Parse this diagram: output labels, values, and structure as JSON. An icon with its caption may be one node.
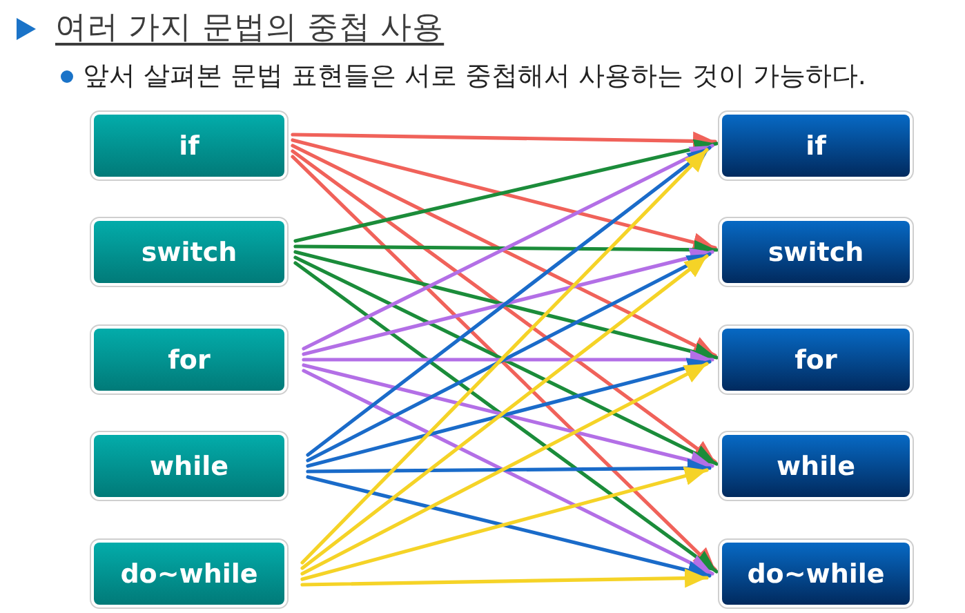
{
  "diagram": {
    "title": "여러 가지 문법의 중첩 사용",
    "nodes": [
      {
        "text": [
          "if"
        ]
      },
      {
        "text": [
          "switch"
        ]
      },
      {
        "text": [
          "for"
        ]
      },
      {
        "text": [
          "while"
        ]
      },
      {
        "text": [
          "do~while"
        ]
      },
      {
        "text": [
          "if"
        ]
      },
      {
        "text": [
          "switch"
        ]
      },
      {
        "text": [
          "for"
        ]
      },
      {
        "text": [
          "while"
        ]
      },
      {
        "text": [
          "do~while"
        ]
      }
    ],
    "edges": [
      {
        "from": 0,
        "to": 5,
        "arrow": "to",
        "color": "#f0625a"
      },
      {
        "from": 0,
        "to": 6,
        "arrow": "to",
        "color": "#f0625a"
      },
      {
        "from": 0,
        "to": 7,
        "arrow": "to",
        "color": "#f0625a"
      },
      {
        "from": 0,
        "to": 8,
        "arrow": "to",
        "color": "#f0625a"
      },
      {
        "from": 0,
        "to": 9,
        "arrow": "to",
        "color": "#f0625a"
      },
      {
        "from": 1,
        "to": 5,
        "arrow": "to",
        "color": "#1b8c3a"
      },
      {
        "from": 1,
        "to": 6,
        "arrow": "to",
        "color": "#1b8c3a"
      },
      {
        "from": 1,
        "to": 7,
        "arrow": "to",
        "color": "#1b8c3a"
      },
      {
        "from": 1,
        "to": 8,
        "arrow": "to",
        "color": "#1b8c3a"
      },
      {
        "from": 1,
        "to": 9,
        "arrow": "to",
        "color": "#1b8c3a"
      },
      {
        "from": 2,
        "to": 5,
        "arrow": "to",
        "color": "#b36fe6"
      },
      {
        "from": 2,
        "to": 6,
        "arrow": "to",
        "color": "#b36fe6"
      },
      {
        "from": 2,
        "to": 7,
        "arrow": "to",
        "color": "#b36fe6"
      },
      {
        "from": 2,
        "to": 8,
        "arrow": "to",
        "color": "#b36fe6"
      },
      {
        "from": 2,
        "to": 9,
        "arrow": "to",
        "color": "#b36fe6"
      },
      {
        "from": 3,
        "to": 5,
        "arrow": "to",
        "color": "#1a6bc9"
      },
      {
        "from": 3,
        "to": 6,
        "arrow": "to",
        "color": "#1a6bc9"
      },
      {
        "from": 3,
        "to": 7,
        "arrow": "to",
        "color": "#1a6bc9"
      },
      {
        "from": 3,
        "to": 8,
        "arrow": "to",
        "color": "#1a6bc9"
      },
      {
        "from": 3,
        "to": 9,
        "arrow": "to",
        "color": "#1a6bc9"
      },
      {
        "from": 4,
        "to": 5,
        "arrow": "to",
        "color": "#f5d327"
      },
      {
        "from": 4,
        "to": 6,
        "arrow": "to",
        "color": "#f5d327"
      },
      {
        "from": 4,
        "to": 7,
        "arrow": "to",
        "color": "#f5d327"
      },
      {
        "from": 4,
        "to": 8,
        "arrow": "to",
        "color": "#f5d327"
      },
      {
        "from": 4,
        "to": 9,
        "arrow": "to",
        "color": "#f5d327"
      }
    ],
    "labels": [
      "앞서 살펴본 문법 표현들은 서로 중첩해서 사용하는 것이 가능하다."
    ]
  }
}
